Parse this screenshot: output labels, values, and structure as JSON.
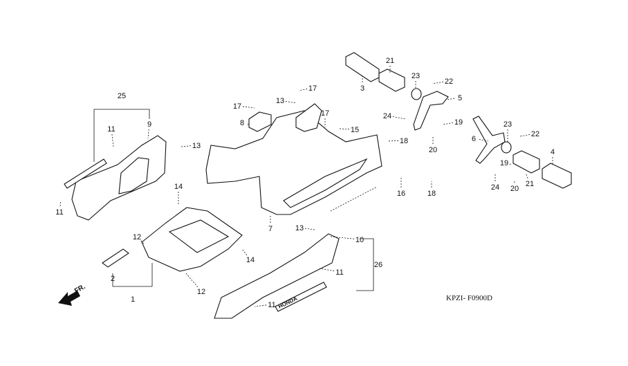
{
  "diagram": {
    "callouts": [
      "25",
      "9",
      "11",
      "13",
      "11",
      "14",
      "12",
      "2",
      "1",
      "12",
      "14",
      "17",
      "13",
      "17",
      "8",
      "17",
      "15",
      "7",
      "13",
      "10",
      "11",
      "26",
      "11",
      "21",
      "3",
      "23",
      "22",
      "5",
      "24",
      "19",
      "20",
      "18",
      "16",
      "18",
      "6",
      "23",
      "22",
      "4",
      "19",
      "24",
      "20",
      "21"
    ],
    "direction_label": "FR.",
    "drawing_code": "KPZI- F0900D",
    "decal_text": "HONDA"
  }
}
